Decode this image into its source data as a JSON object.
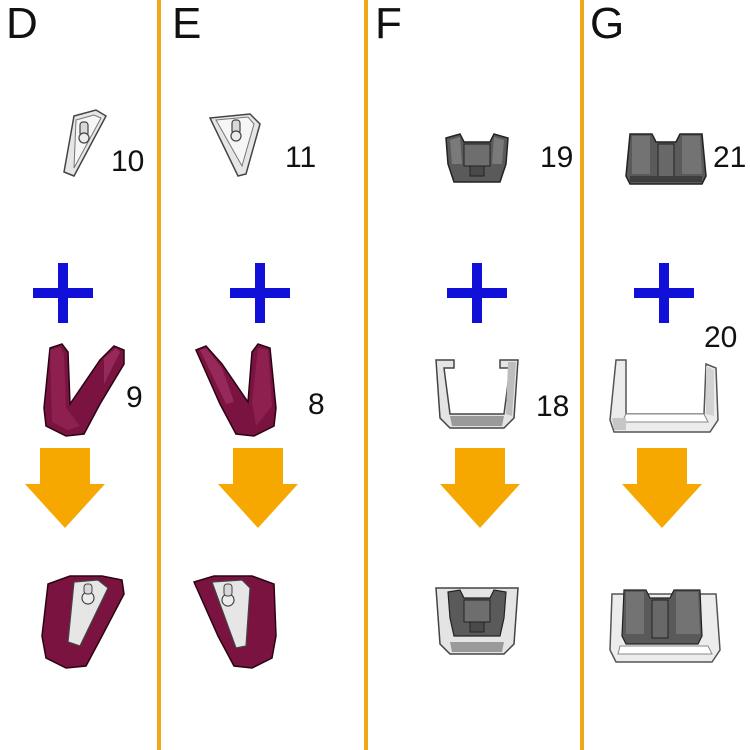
{
  "columns": [
    {
      "letter": "D",
      "part_a": "10",
      "part_b": "9"
    },
    {
      "letter": "E",
      "part_a": "11",
      "part_b": "8"
    },
    {
      "letter": "F",
      "part_a": "19",
      "part_b": "18"
    },
    {
      "letter": "G",
      "part_a": "21",
      "part_b": "20"
    }
  ],
  "colors": {
    "divider": "#f0a818",
    "plus": "#1010d8",
    "arrow": "#f7a800",
    "maroon": "#7a1340",
    "light_gray": "#e8e8e8",
    "dark_gray": "#4a4a4a"
  },
  "icons": {
    "plus": "plus-icon",
    "arrow": "arrow-down-icon"
  }
}
